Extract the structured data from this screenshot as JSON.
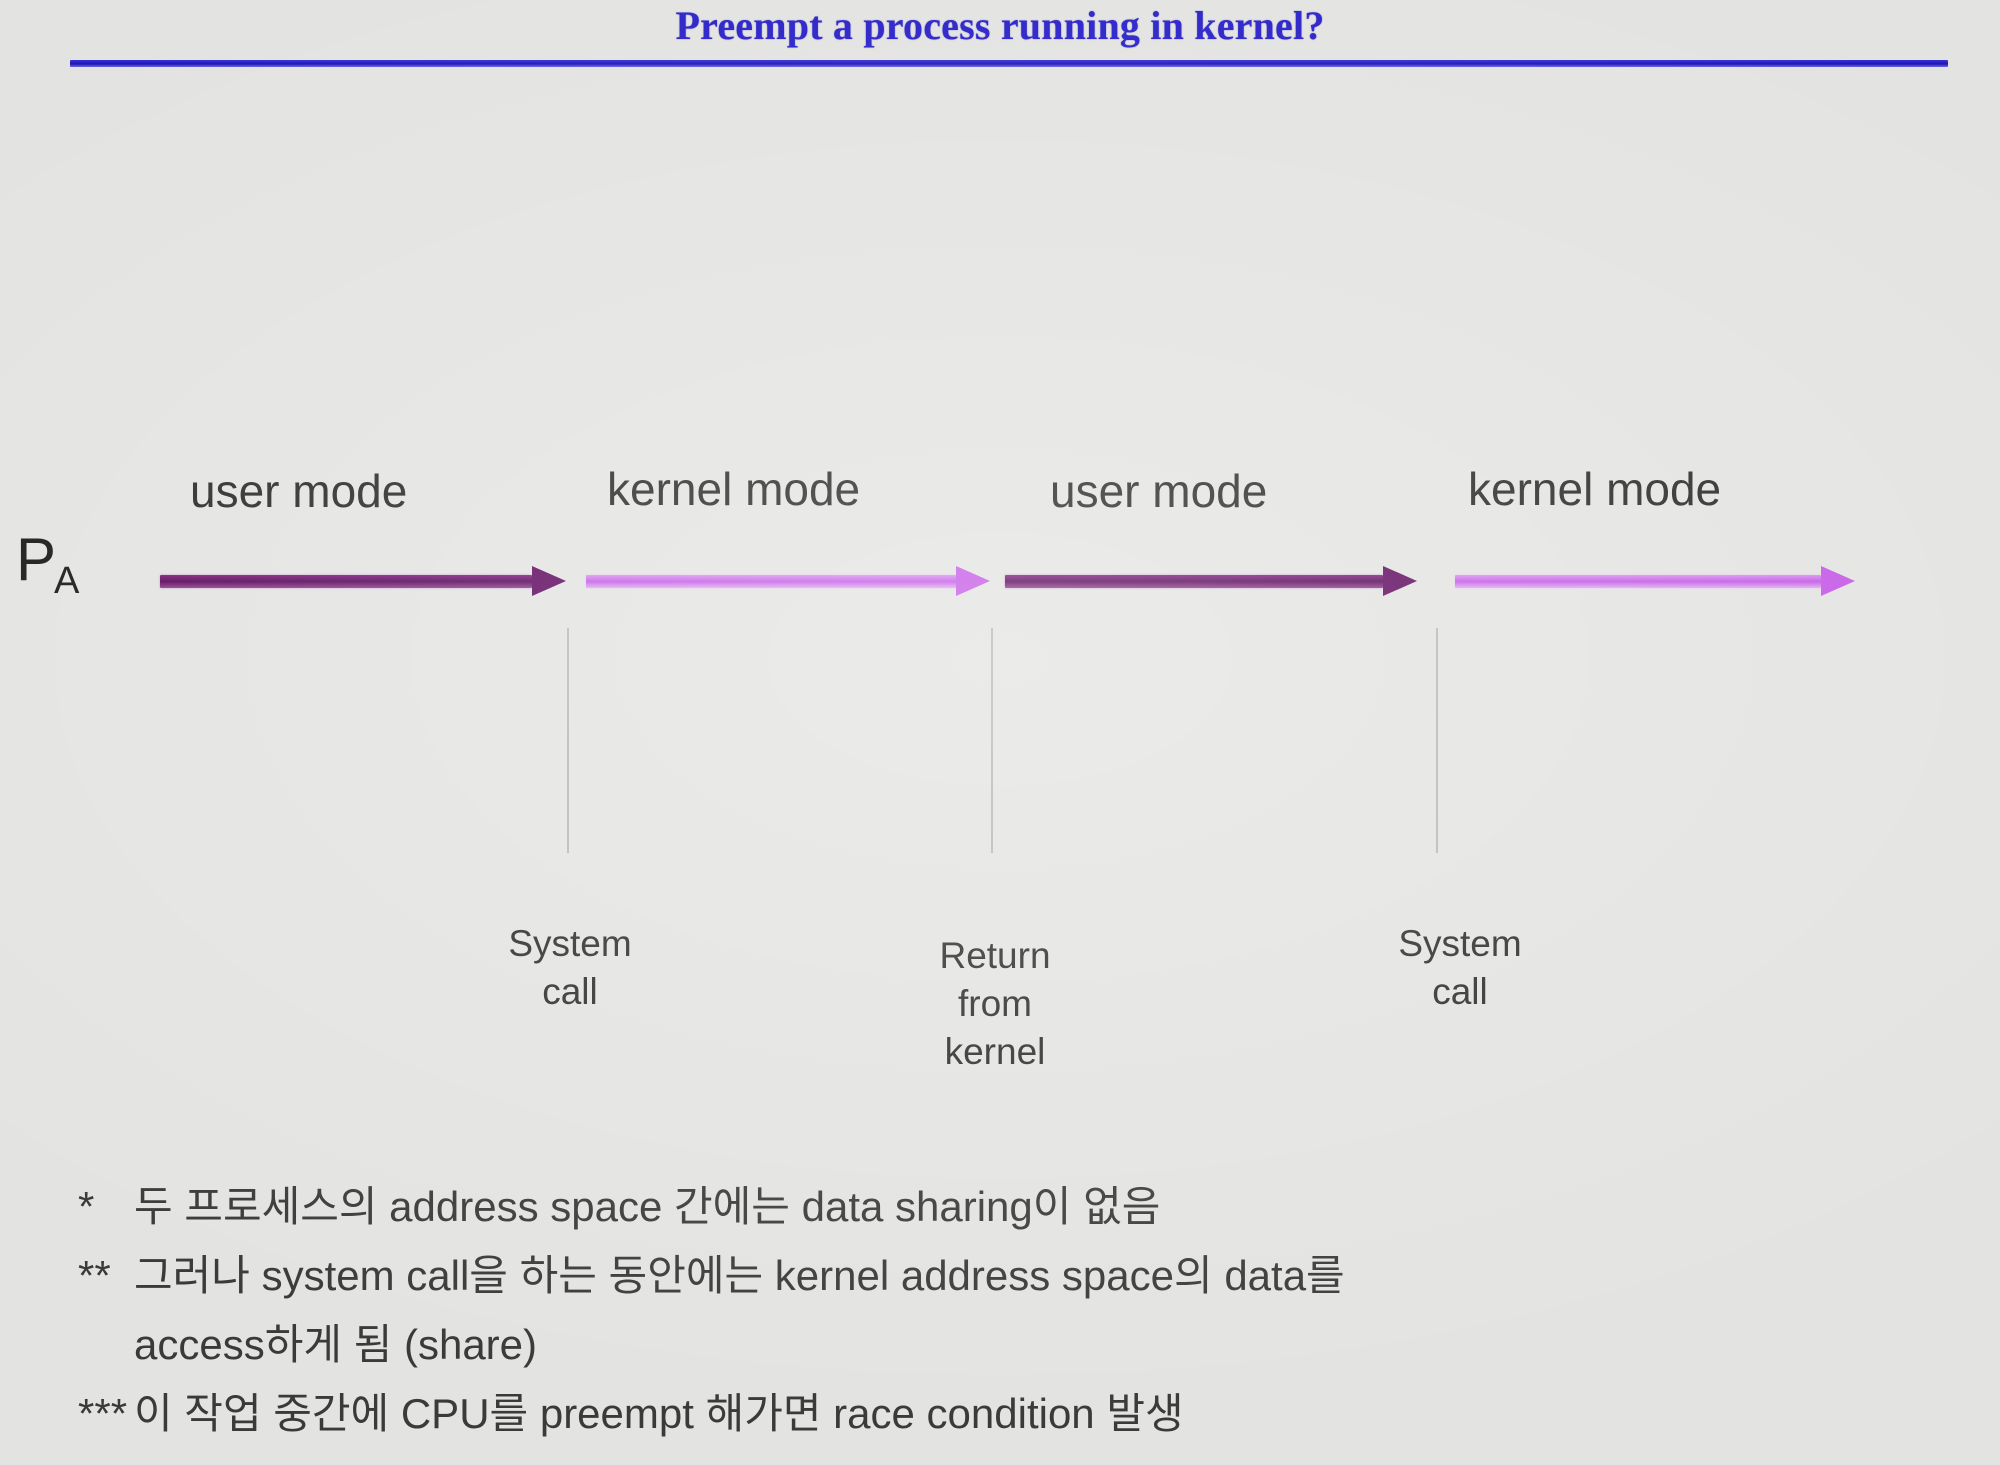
{
  "slide": {
    "title": "Preempt a process running in kernel?",
    "title_color": "#2a22c8",
    "background_color": "#e3e3e1"
  },
  "diagram": {
    "process_label": "P",
    "process_subscript": "A",
    "arrow_colors": {
      "user_mode": "#5d065d",
      "kernel_mode": "#c558e6"
    },
    "segments": [
      {
        "mode_label": "user mode",
        "kind": "user"
      },
      {
        "mode_label": "kernel mode",
        "kind": "kernel"
      },
      {
        "mode_label": "user mode",
        "kind": "user"
      },
      {
        "mode_label": "kernel mode",
        "kind": "kernel"
      }
    ],
    "events": [
      {
        "label": "System\ncall"
      },
      {
        "label": "Return\nfrom\nkernel"
      },
      {
        "label": "System\ncall"
      }
    ]
  },
  "notes": [
    {
      "mark": "*",
      "text": "두 프로세스의 address space 간에는 data sharing이 없음"
    },
    {
      "mark": "**",
      "text": "그러나 system call을 하는 동안에는 kernel address space의 data를"
    },
    {
      "mark": "",
      "text": "access하게 됨 (share)",
      "continuation": true
    },
    {
      "mark": "***",
      "text": "이 작업 중간에 CPU를 preempt 해가면 race condition 발생"
    }
  ]
}
